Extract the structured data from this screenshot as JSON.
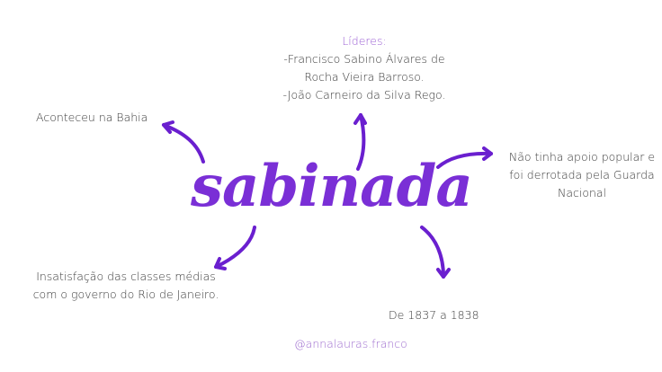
{
  "center": {
    "title": "sabinada"
  },
  "nodes": {
    "leaders": {
      "title": "Líderes:",
      "line1": "-Francisco Sabino Álvares de",
      "line2": "Rocha Vieira Barroso.",
      "line3": "-João Carneiro da Silva Rego."
    },
    "location": {
      "text": "Aconteceu na Bahia"
    },
    "outcome": {
      "line1": "Não tinha apoio popular e",
      "line2": "foi derrotada pela Guarda",
      "line3": "Nacional"
    },
    "cause": {
      "line1": "Insatisfação das classes médias",
      "line2": "com o governo do Rio de Janeiro."
    },
    "dates": {
      "text": "De 1837 a 1838"
    }
  },
  "credit": {
    "handle": "@annalauras.franco"
  },
  "colors": {
    "accent": "#7a2fd6",
    "arrow": "#6a1fcf",
    "label_purple": "#9b5fd4",
    "text": "#3a3a3a"
  }
}
